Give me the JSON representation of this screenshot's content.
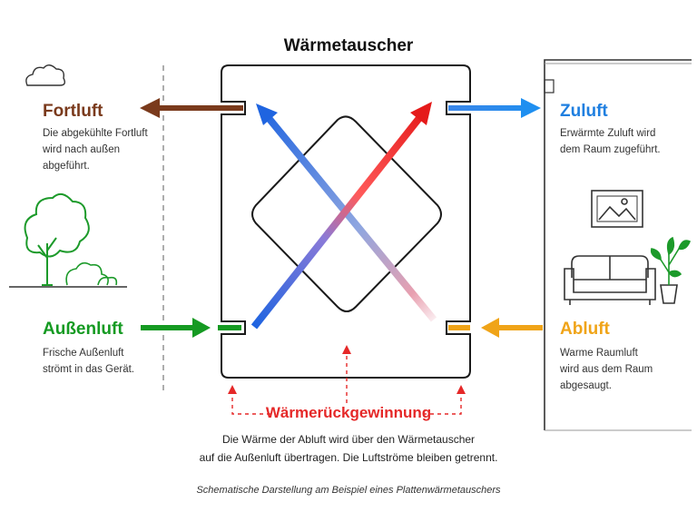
{
  "title": "Wärmetauscher",
  "fortluft": {
    "heading": "Fortluft",
    "description": "Die abgekühlte Fortluft\nwird nach außen\nabgeführt."
  },
  "aussenluft": {
    "heading": "Außenluft",
    "description": "Frische Außenluft\nströmt in das Gerät."
  },
  "zuluft": {
    "heading": "Zuluft",
    "description": "Erwärmte Zuluft wird\ndem Raum zugeführt."
  },
  "abluft": {
    "heading": "Abluft",
    "description": "Warme Raumluft\nwird aus dem Raum\nabgesaugt."
  },
  "waermerueckgewinnung": {
    "heading": "Wärmerückgewinnung",
    "description": "Die Wärme der Abluft wird über den Wärmetauscher\nauf die Außenluft übertragen. Die Luftströme bleiben getrennt."
  },
  "caption": "Schematische Darstellung am Beispiel eines Plattenwärmetauschers",
  "colors": {
    "fortluft": "#7a3a1c",
    "aussenluft": "#159a22",
    "zuluft": "#1f7fe0",
    "abluft": "#f0a418",
    "waermerueckgewinnung": "#e52828"
  },
  "icons": [
    "cloud-icon",
    "tree-icon",
    "bush-icon",
    "picture-frame-icon",
    "sofa-icon",
    "potted-plant-icon"
  ]
}
